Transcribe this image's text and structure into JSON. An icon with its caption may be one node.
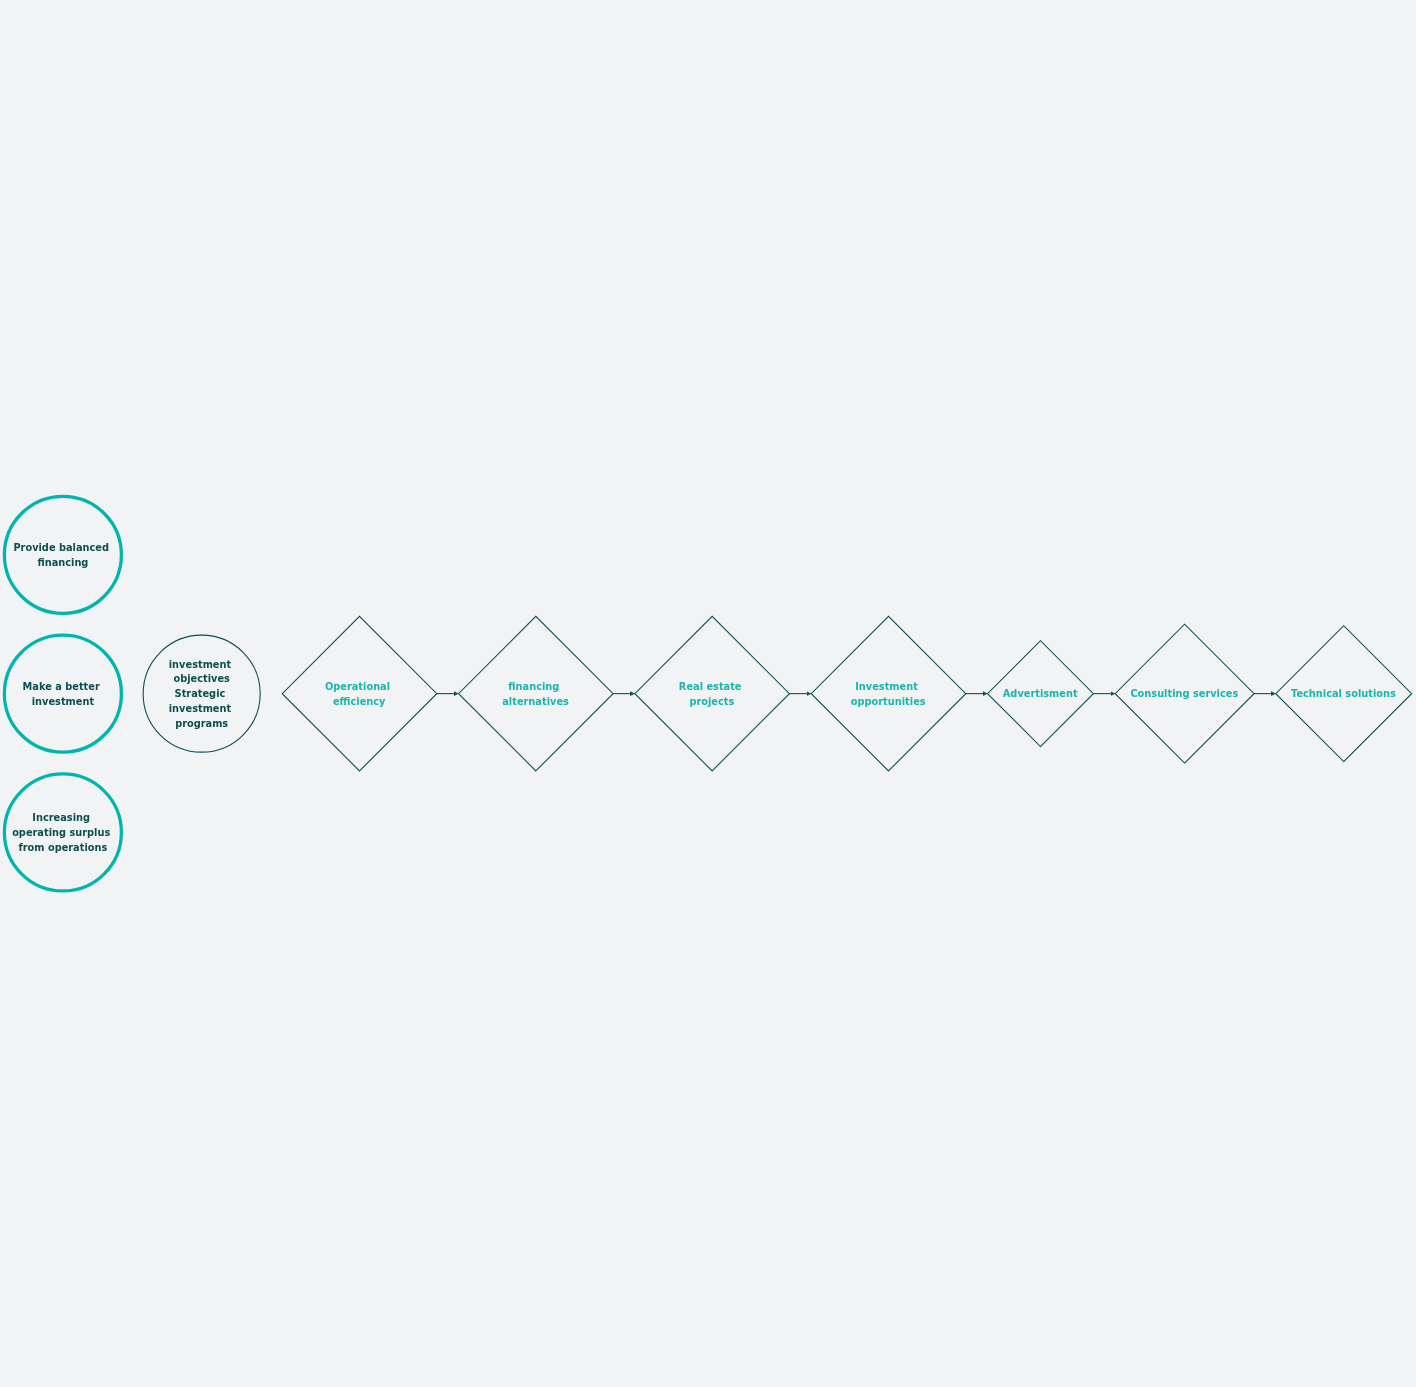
{
  "diagram": {
    "nodes": [
      {
        "text": [
          "Provide balanced financing"
        ]
      },
      {
        "text": [
          "Make a better investment"
        ]
      },
      {
        "text": [
          "Increasing operating surplus from operations"
        ]
      },
      {
        "text": [
          "investment objectives",
          "Strategic investment programs"
        ]
      },
      {
        "text": [
          "Operational efficiency"
        ]
      },
      {
        "text": [
          "financing alternatives"
        ]
      },
      {
        "text": [
          "Real estate projects"
        ]
      },
      {
        "text": [
          "Investment opportunities"
        ]
      },
      {
        "text": [
          "Advertisment"
        ]
      },
      {
        "text": [
          "Consulting services"
        ]
      },
      {
        "text": [
          "Technical solutions"
        ]
      }
    ],
    "edges": [
      {
        "from": 4,
        "to": 5,
        "arrow": "to"
      },
      {
        "from": 5,
        "to": 6,
        "arrow": "to"
      },
      {
        "from": 6,
        "to": 7,
        "arrow": "to"
      },
      {
        "from": 7,
        "to": 8,
        "arrow": "to"
      },
      {
        "from": 8,
        "to": 9,
        "arrow": "to"
      },
      {
        "from": 9,
        "to": 10,
        "arrow": "to"
      }
    ]
  }
}
